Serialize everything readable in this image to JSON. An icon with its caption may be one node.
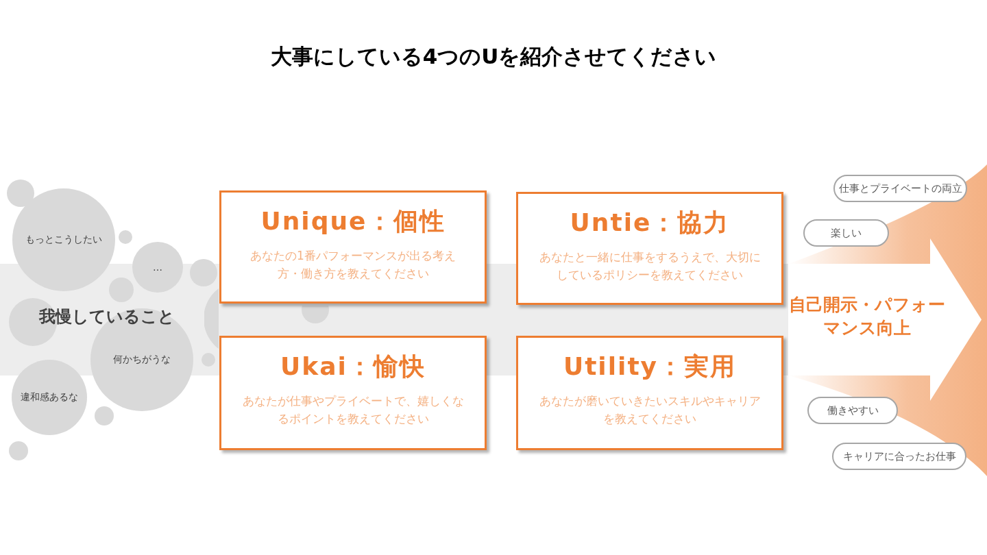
{
  "diagram": {
    "title": "大事にしている4つのUを紹介させてください",
    "nodes": [
      {
        "text": [],
        "shape": "circle"
      },
      {
        "text": [],
        "shape": "circle"
      },
      {
        "text": [],
        "shape": "circle"
      },
      {
        "text": [
          "違和感あるな"
        ]
      },
      {
        "text": [
          "もっとこうしたい"
        ]
      },
      {
        "text": [],
        "shape": "circle"
      },
      {
        "text": [],
        "shape": "circle"
      },
      {
        "text": [],
        "shape": "circle"
      },
      {
        "text": [
          "何かちがうな"
        ]
      },
      {
        "text": [
          "…"
        ]
      },
      {
        "text": [],
        "shape": "circle"
      },
      {
        "text": [],
        "shape": "circle"
      },
      {
        "text": [],
        "shape": "circle"
      },
      {
        "text": [],
        "shape": "circle"
      },
      {
        "text": [
          "Unique：個性",
          "あなたの1番パフォーマンスが出る考え方・働き方を教えてください"
        ]
      },
      {
        "text": [
          "Untie：協力",
          "あなたと一緒に仕事をするうえで、大切にしているポリシーを教えてください"
        ]
      },
      {
        "text": [
          "Ukai：愉快",
          "あなたが仕事やプライベートで、嬉しくなるポイントを教えてください"
        ]
      },
      {
        "text": [
          "Utility：実用",
          "あなたが磨いていきたいスキルやキャリアを教えてください"
        ]
      },
      {
        "text": [
          "自己開示・パフォーマンス向上"
        ]
      },
      {
        "text": [
          "仕事とプライベートの両立"
        ]
      },
      {
        "text": [
          "楽しい"
        ]
      },
      {
        "text": [
          "働きやすい"
        ]
      },
      {
        "text": [
          "キャリアに合ったお仕事"
        ]
      }
    ],
    "labels": [
      "我慢していること"
    ]
  }
}
